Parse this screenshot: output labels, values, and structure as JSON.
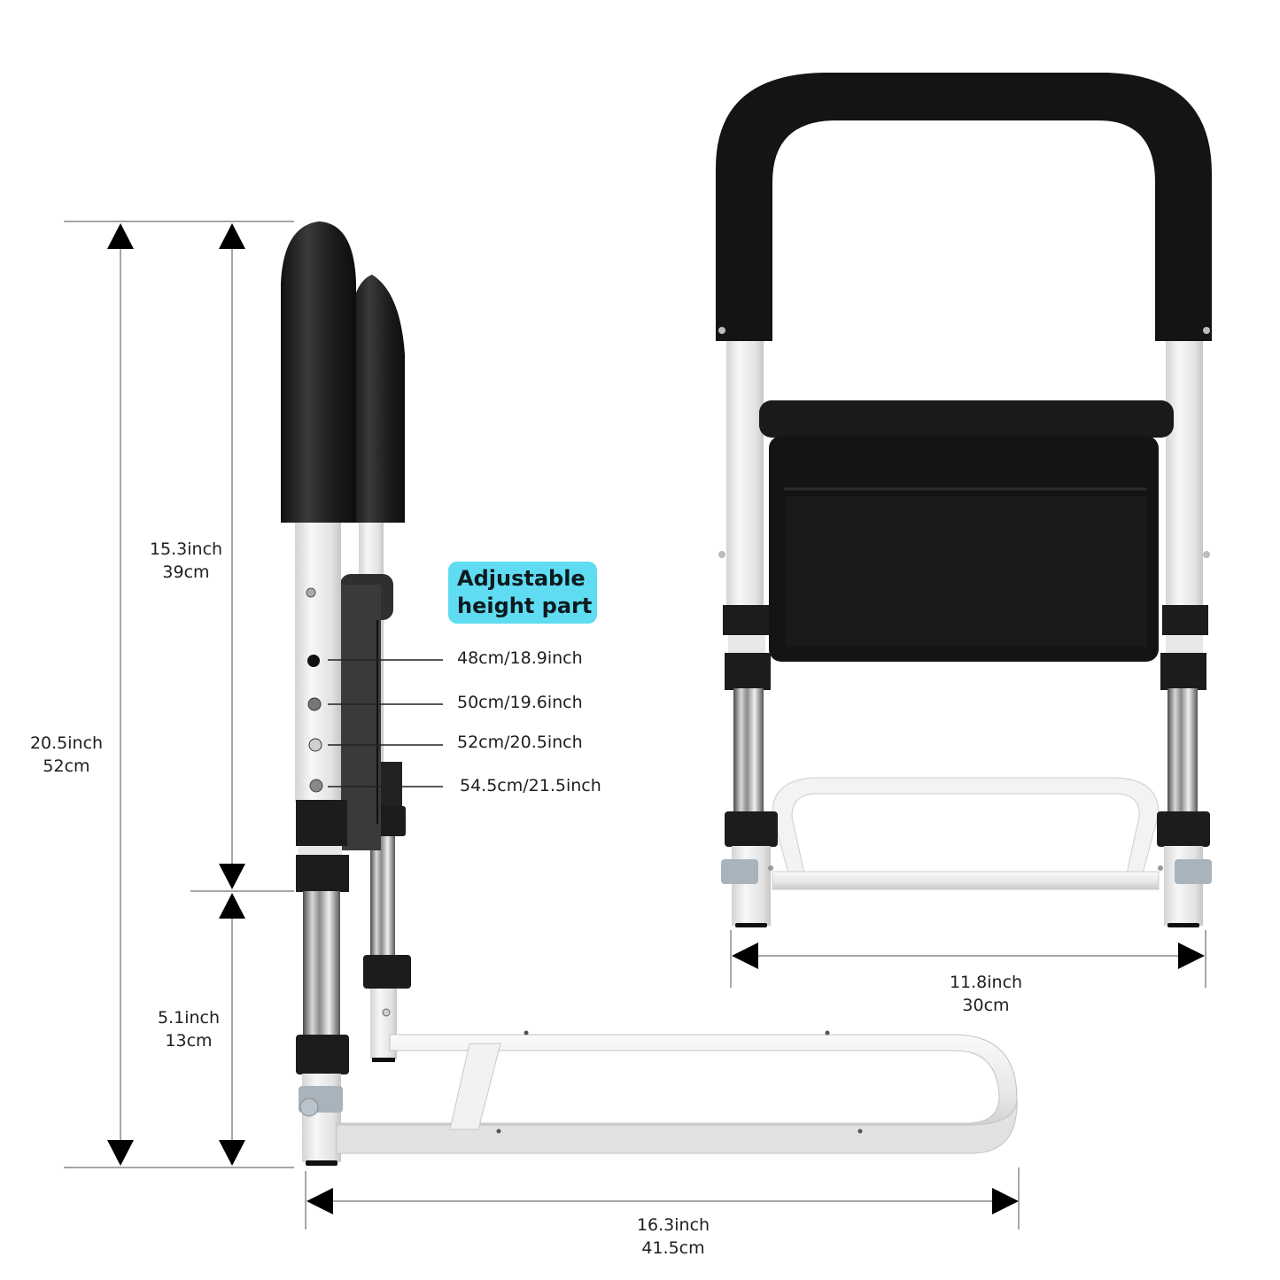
{
  "product": "bed assist rail with storage pouch",
  "colors": {
    "badge_bg": "#5fdcf2",
    "foam_grip": "#1f1f1f",
    "frame": "#ededed",
    "steel": "#9a9a9a",
    "dimension_lines": "#8a8a8a",
    "arrow": "#000000"
  },
  "callout": {
    "line1": "Adjustable",
    "line2": "height part"
  },
  "height_positions": [
    {
      "label": "48cm/18.9inch"
    },
    {
      "label": "50cm/19.6inch"
    },
    {
      "label": "52cm/20.5inch"
    },
    {
      "label": "54.5cm/21.5inch"
    }
  ],
  "dimensions": {
    "total_height": {
      "inch": "20.5inch",
      "cm": "52cm"
    },
    "upper_height": {
      "inch": "15.3inch",
      "cm": "39cm"
    },
    "lower_height": {
      "inch": "5.1inch",
      "cm": "13cm"
    },
    "base_length": {
      "inch": "16.3inch",
      "cm": "41.5cm"
    },
    "width": {
      "inch": "11.8inch",
      "cm": "30cm"
    }
  }
}
